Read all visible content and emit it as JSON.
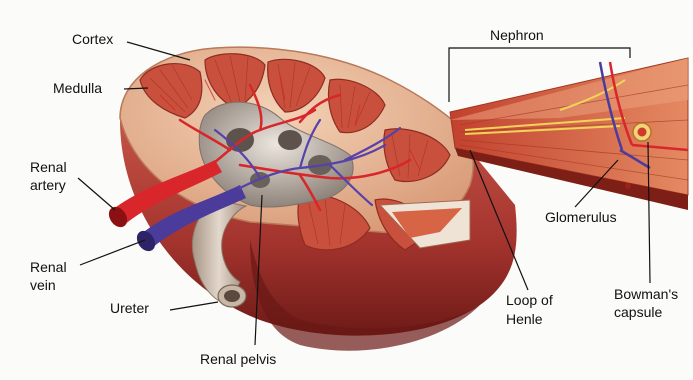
{
  "labels": {
    "cortex": "Cortex",
    "medulla": "Medulla",
    "renal_artery_line1": "Renal",
    "renal_artery_line2": "artery",
    "renal_vein_line1": "Renal",
    "renal_vein_line2": "vein",
    "ureter": "Ureter",
    "renal_pelvis": "Renal pelvis",
    "nephron": "Nephron",
    "glomerulus": "Glomerulus",
    "loop_line1": "Loop of",
    "loop_line2": "Henle",
    "bowman_line1": "Bowman's",
    "bowman_line2": "capsule"
  },
  "colors": {
    "cortex": "#e8b89a",
    "capsule": "#b5443a",
    "capsule_dark": "#7a1f1c",
    "medulla": "#c8503d",
    "pelvis": "#c9bfb4",
    "artery": "#d8262a",
    "vein": "#4b3c9c",
    "ureter": "#cbbcad",
    "nephron": "#d9613f"
  }
}
